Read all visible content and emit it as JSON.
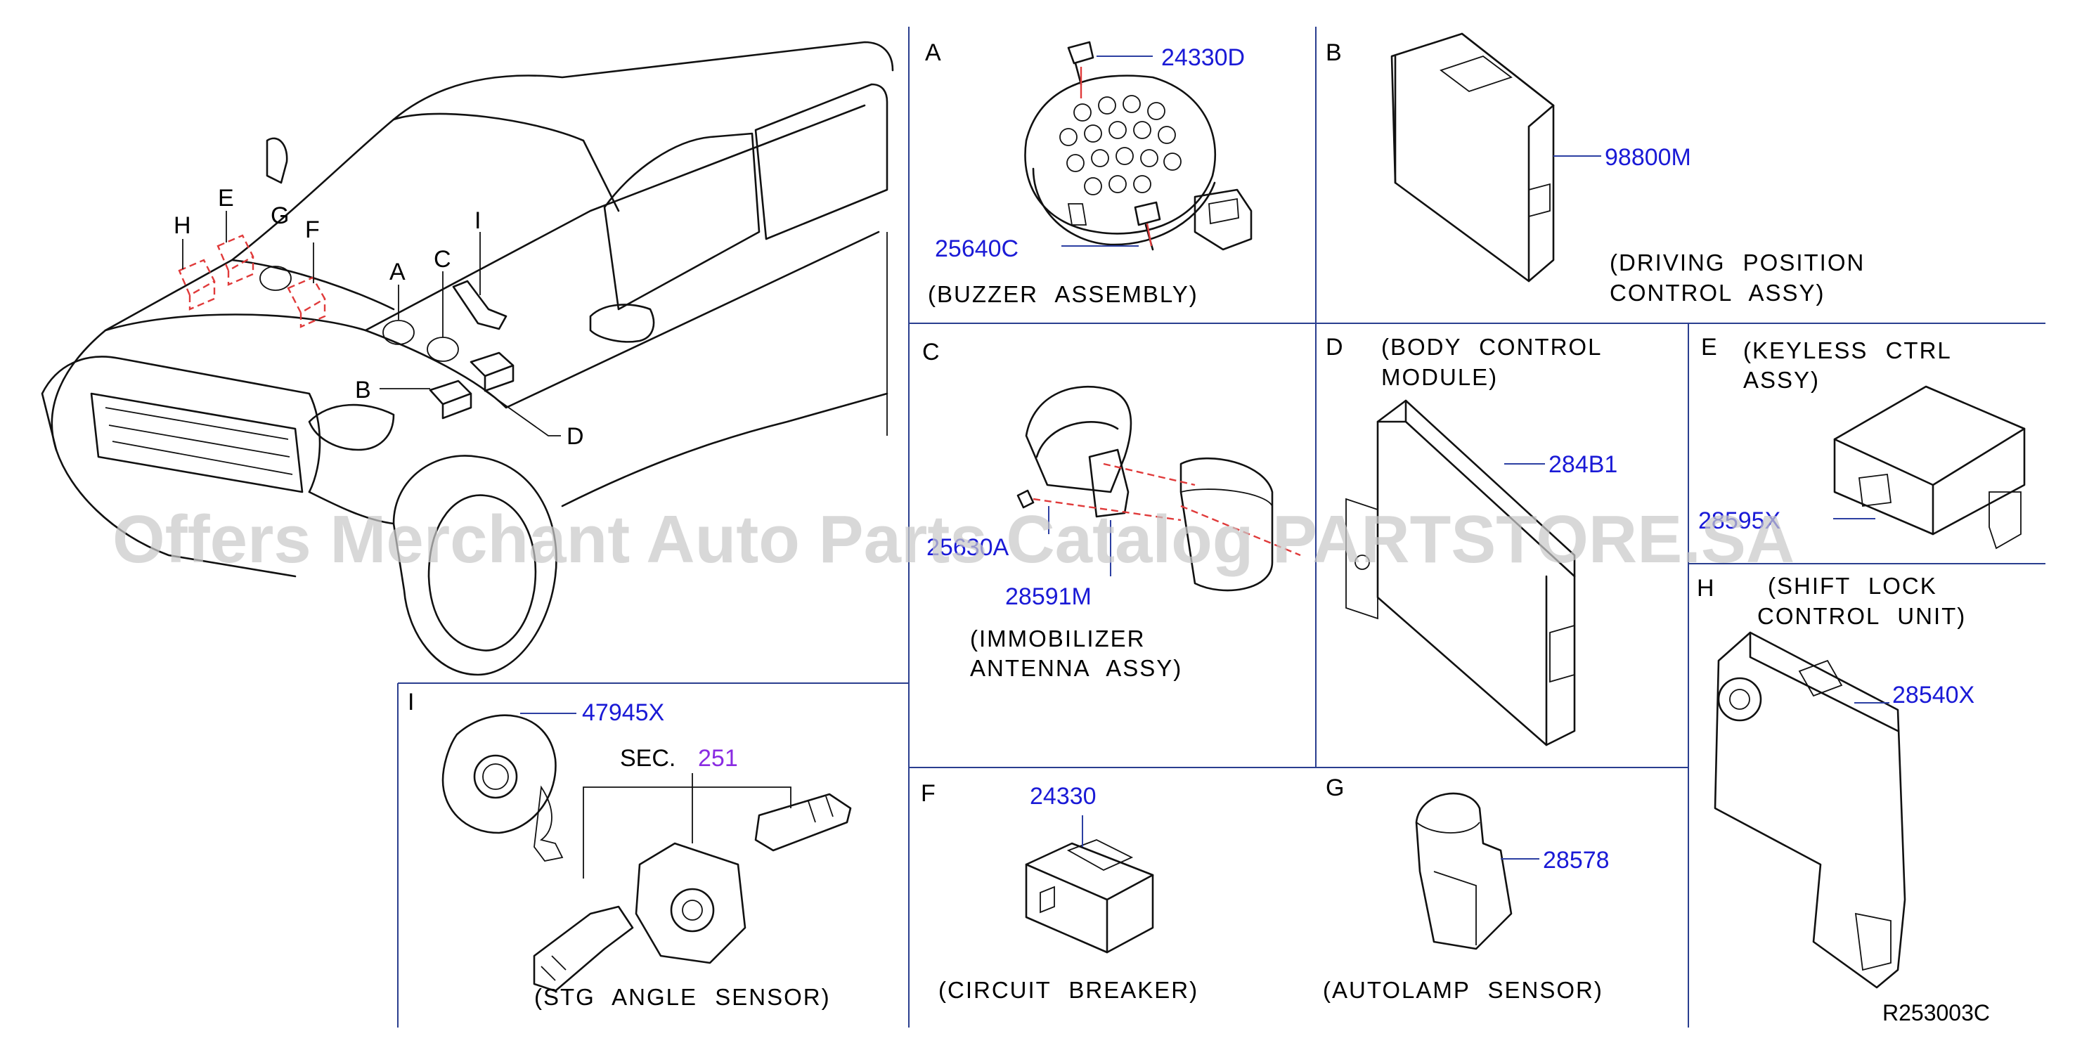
{
  "vehicle_labels": {
    "A": "A",
    "B": "B",
    "C": "C",
    "D": "D",
    "E": "E",
    "F": "F",
    "G": "G",
    "H": "H",
    "I": "I"
  },
  "panels": {
    "A": {
      "letter": "A",
      "caption": "(BUZZER ASSEMBLY)",
      "parts": [
        "24330D",
        "25640C"
      ]
    },
    "B": {
      "letter": "B",
      "caption_line1": "(DRIVING POSITION",
      "caption_line2": "CONTROL ASSY)",
      "parts": [
        "98800M"
      ]
    },
    "C": {
      "letter": "C",
      "caption_line1": "(IMMOBILIZER",
      "caption_line2": "ANTENNA ASSY)",
      "parts": [
        "25630A",
        "28591M"
      ]
    },
    "D": {
      "letter": "D",
      "caption_line1": "(BODY CONTROL",
      "caption_line2": "MODULE)",
      "parts": [
        "284B1"
      ]
    },
    "E": {
      "letter": "E",
      "caption_line1": "(KEYLESS CTRL",
      "caption_line2": "ASSY)",
      "parts": [
        "28595X"
      ]
    },
    "F": {
      "letter": "F",
      "caption": "(CIRCUIT BREAKER)",
      "parts": [
        "24330"
      ]
    },
    "G": {
      "letter": "G",
      "caption": "(AUTOLAMP SENSOR)",
      "parts": [
        "28578"
      ]
    },
    "H": {
      "letter": "H",
      "caption_line1": "(SHIFT LOCK",
      "caption_line2": "CONTROL UNIT)",
      "parts": [
        "28540X"
      ]
    },
    "I": {
      "letter": "I",
      "caption": "(STG ANGLE SENSOR)",
      "parts": [
        "47945X"
      ],
      "sec_label": "SEC.",
      "sec_number": "251"
    }
  },
  "watermark": "Offers Merchant Auto Parts Catalog PARTSTORE.SA",
  "reference_code": "R253003C",
  "colors": {
    "part_number": "#1a1ad6",
    "section_ref": "#8a2be2",
    "highlight": "#e03a3a",
    "grid": "#2a3e8f"
  }
}
